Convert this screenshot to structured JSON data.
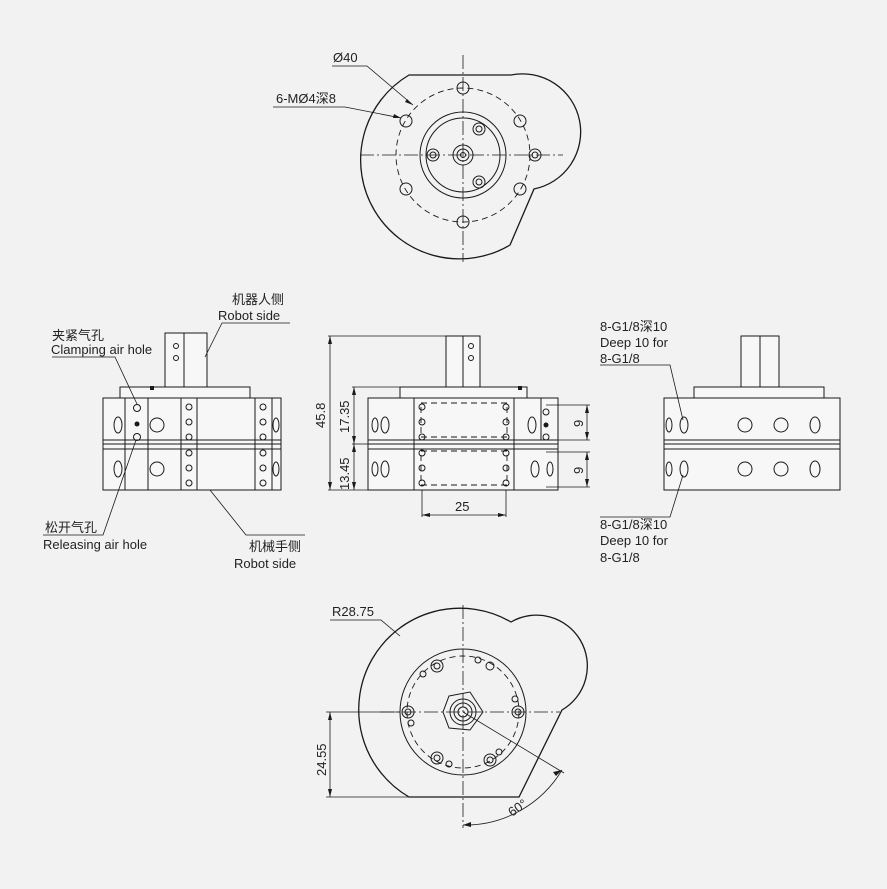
{
  "labels": {
    "top_dia": "Ø40",
    "top_holes": "6-MØ4深8",
    "robot_side_cn": "机器人侧",
    "robot_side_en": "Robot side",
    "clamp_cn": "夹紧气孔",
    "clamp_en": "Clamping air hole",
    "release_cn": "松开气孔",
    "release_en": "Releasing air hole",
    "mech_side_cn": "机械手侧",
    "mech_side_en": "Robot side",
    "port_top_1": "8-G1/8深10",
    "port_top_2": "Deep 10 for",
    "port_top_3": "8-G1/8",
    "port_bot_1": "8-G1/8深10",
    "port_bot_2": "Deep 10 for",
    "port_bot_3": "8-G1/8",
    "radius": "R28.75"
  },
  "dimensions": {
    "total_height": "45.8",
    "upper_height": "17.35",
    "lower_height": "13.45",
    "width": "25",
    "port_upper": "9",
    "port_lower": "9",
    "bottom_offset": "24.55",
    "angle": "60°"
  }
}
